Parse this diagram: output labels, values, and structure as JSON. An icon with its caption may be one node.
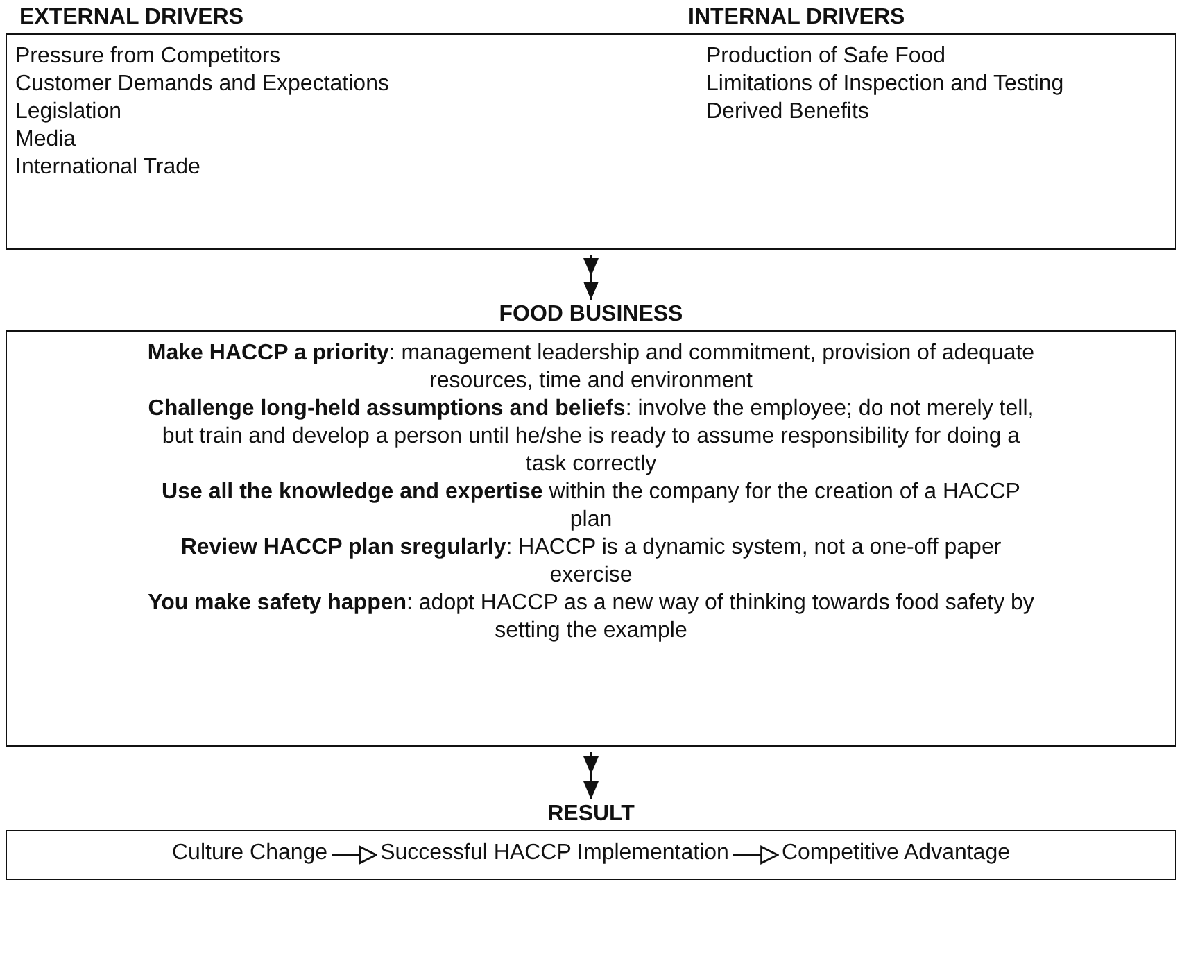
{
  "diagram": {
    "nodes": [
      {
        "text": [
          "EXTERNAL DRIVERS",
          "Pressure from Competitors",
          "Customer Demands and Expectations",
          "Legislation",
          "Media",
          "International Trade",
          "INTERNAL DRIVERS",
          "Production of Safe Food",
          "Limitations of Inspection and Testing",
          "Derived Benefits"
        ]
      },
      {
        "text": [
          "FOOD BUSINESS",
          "**Make HACCP a priority**: management leadership and commitment, provision of adequate resources, time and environment",
          "**Challenge long-held assumptions and beliefs**: involve the employee; do not merely tell, but train and develop a person until he/she is ready to assume responsibility for doing a task correctly",
          "**Use all the knowledge and expertise** within the company for the creation of a HACCP plan",
          "**Review HACCP plan sregularly**: HACCP is a dynamic system, not a one-off paper exercise",
          "**You make safety happen**: adopt HACCP as a new way of thinking towards food safety by setting the example"
        ]
      },
      {
        "text": [
          "RESULT"
        ]
      },
      {
        "text": [
          "Culture Change"
        ],
        "in": 2
      },
      {
        "text": [
          "Successful HACCP Implementation"
        ],
        "in": 2
      },
      {
        "text": [
          "Competitive Advantage"
        ],
        "in": 2
      }
    ],
    "edges": [
      {
        "from": 0,
        "to": 1,
        "arrow": "to"
      },
      {
        "from": 1,
        "to": 2,
        "arrow": "to"
      },
      {
        "from": 3,
        "to": 4,
        "arrow": "to"
      },
      {
        "from": 4,
        "to": 5,
        "arrow": "to"
      }
    ]
  }
}
